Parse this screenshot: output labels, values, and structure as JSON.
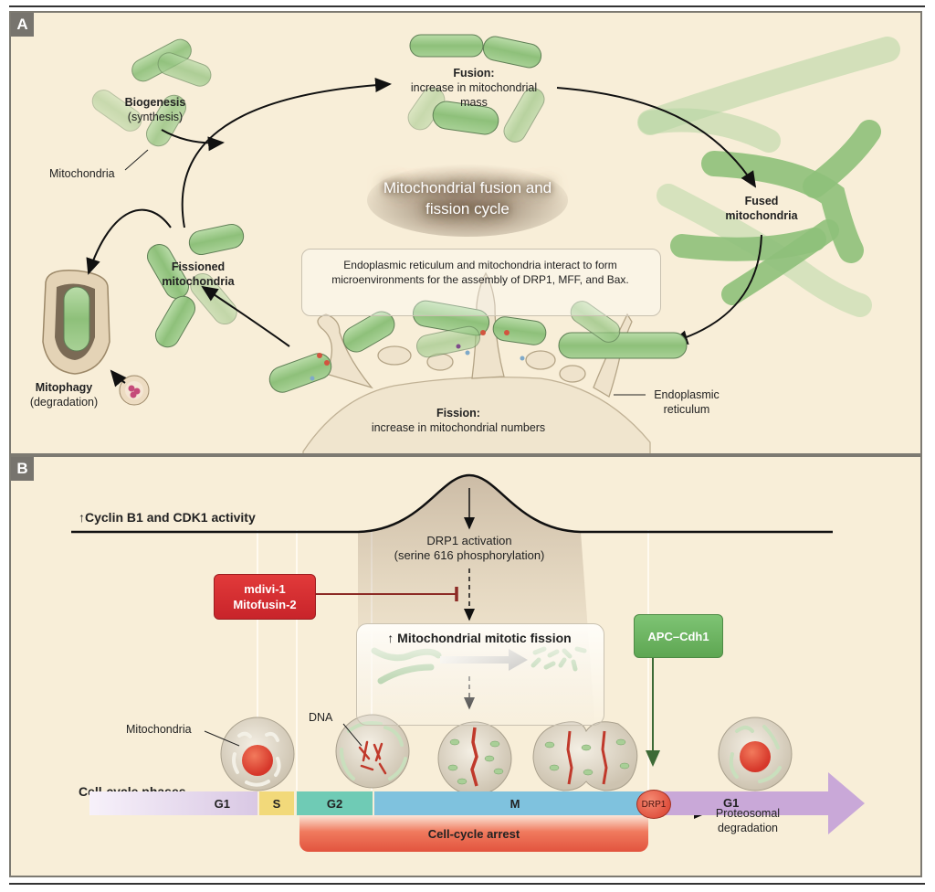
{
  "figure": {
    "panel_a": {
      "letter": "A",
      "title_line1": "Mitochondrial fusion and",
      "title_line2": "fission cycle",
      "biogenesis": {
        "title": "Biogenesis",
        "subtitle": "(synthesis)"
      },
      "mitochondria_label": "Mitochondria",
      "fusion": {
        "title": "Fusion:",
        "line1": "increase in mitochondrial",
        "line2": "mass"
      },
      "fused": {
        "line1": "Fused",
        "line2": "mitochondria"
      },
      "fissioned": {
        "line1": "Fissioned",
        "line2": "mitochondria"
      },
      "mitophagy": {
        "title": "Mitophagy",
        "subtitle": "(degradation)"
      },
      "er_box": {
        "line1": "Endoplasmic reticulum and mitochondria interact to form",
        "line2": "microenvironments for the assembly of DRP1, MFF, and Bax."
      },
      "fission": {
        "title": "Fission:",
        "subtitle": "increase in mitochondrial numbers"
      },
      "er_label": {
        "line1": "Endoplasmic",
        "line2": "reticulum"
      }
    },
    "panel_b": {
      "letter": "B",
      "cyclin_label": "↑Cyclin B1 and CDK1 activity",
      "drp1_activation": {
        "line1": "DRP1 activation",
        "line2": "(serine 616 phosphorylation)"
      },
      "inhibitors": {
        "line1": "mdivi-1",
        "line2": "Mitofusin-2"
      },
      "mitotic_fission": "↑ Mitochondrial mitotic fission",
      "apc_label": "APC–Cdh1",
      "mitochondria_label": "Mitochondria",
      "dna_label": "DNA",
      "phases_title": "Cell-cycle phases",
      "phases": [
        {
          "name": "G1",
          "color": "#d9c8e4"
        },
        {
          "name": "S",
          "color": "#f2d97a"
        },
        {
          "name": "G2",
          "color": "#6fcbb5"
        },
        {
          "name": "M",
          "color": "#7fc2de"
        },
        {
          "name": "G1",
          "color": "#c9a8d8"
        }
      ],
      "arrest_label": "Cell-cycle arrest",
      "drp1_node": "DRP1",
      "proteosomal": {
        "line1": "Proteosomal",
        "line2": "degradation"
      }
    },
    "colors": {
      "background": "#f8eed8",
      "mito_green": "#9cc98a",
      "inhibitor_red": "#d22c2f",
      "apc_green": "#6db562",
      "arrest_red": "#e8583f"
    }
  }
}
